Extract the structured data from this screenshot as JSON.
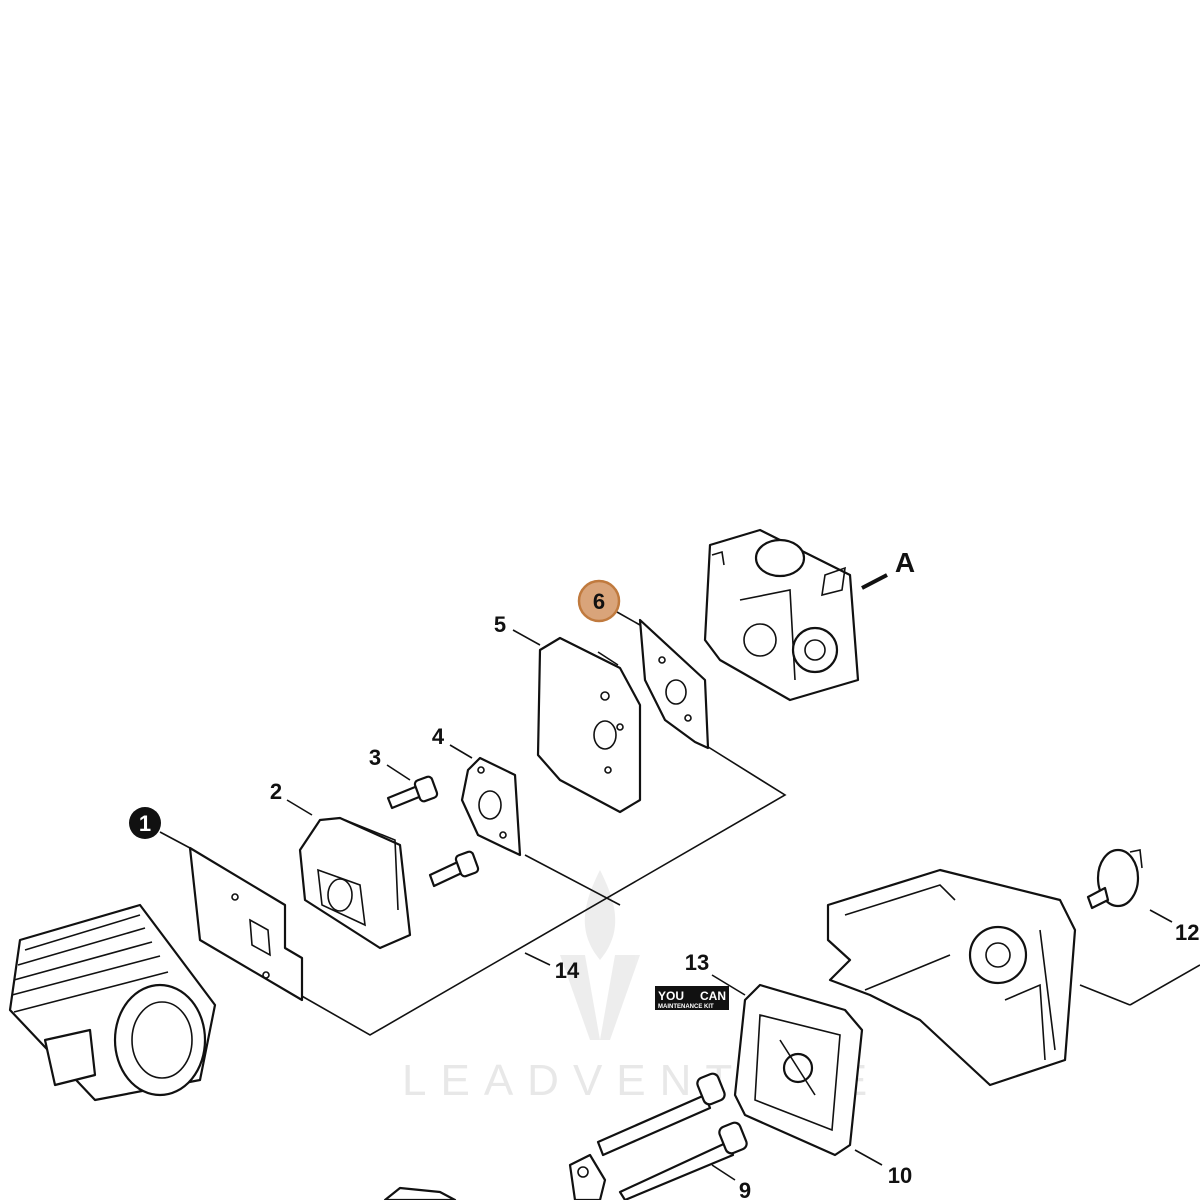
{
  "diagram": {
    "callouts": [
      {
        "id": "1",
        "text": "1",
        "style": "filled-black"
      },
      {
        "id": "2",
        "text": "2"
      },
      {
        "id": "3",
        "text": "3"
      },
      {
        "id": "4",
        "text": "4"
      },
      {
        "id": "5",
        "text": "5"
      },
      {
        "id": "6",
        "text": "6",
        "style": "highlighted",
        "highlight_color": "#d9a47a"
      },
      {
        "id": "9",
        "text": "9"
      },
      {
        "id": "10",
        "text": "10"
      },
      {
        "id": "12",
        "text": "12"
      },
      {
        "id": "13",
        "text": "13"
      },
      {
        "id": "14",
        "text": "14"
      },
      {
        "id": "A",
        "text": "A"
      }
    ],
    "kit_badge": {
      "top_left": "YOU",
      "top_right": "CAN",
      "bottom": "MAINTENANCE KIT"
    },
    "watermark": "LEADVENTURE",
    "colors": {
      "line": "#111111",
      "highlight": "#d9a47a",
      "highlight_stroke": "#c07a3e",
      "watermark": "#e6e6e6"
    }
  }
}
